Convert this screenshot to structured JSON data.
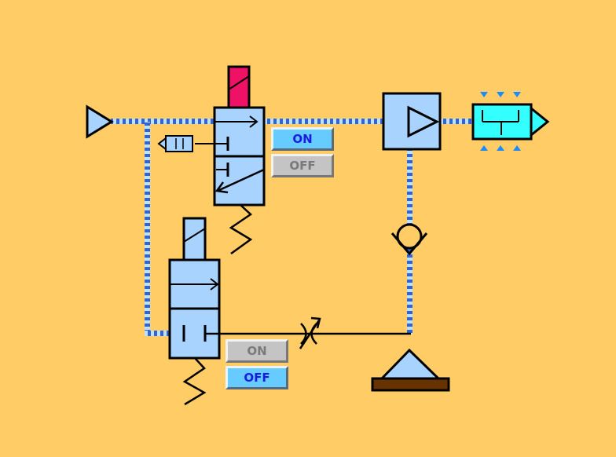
{
  "valve1_controls": {
    "on_label": "ON",
    "off_label": "OFF",
    "state": "on"
  },
  "valve2_controls": {
    "on_label": "ON",
    "off_label": "OFF",
    "state": "off"
  },
  "colors": {
    "background": "#FFCC66",
    "valve_body": "#A9D3FF",
    "solenoid_energized": "#EE1166",
    "cylinder": "#33FFFF",
    "pressurized_line": "#3366CC",
    "active_button": "#66CCFF",
    "inactive_button": "#C4C4C4",
    "base_plate": "#663300"
  }
}
